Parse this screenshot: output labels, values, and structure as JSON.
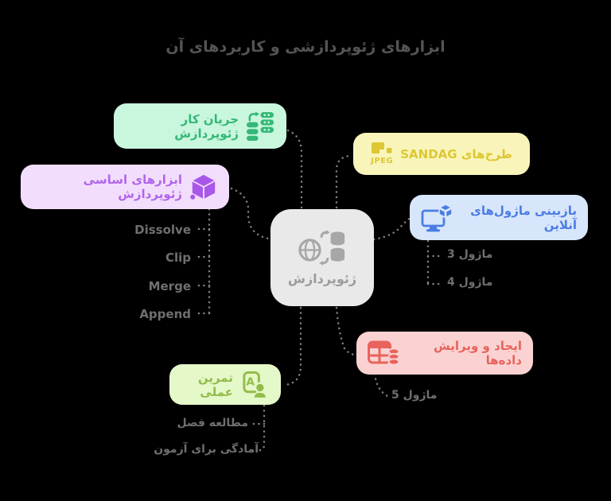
{
  "title": "ابزارهای ژئوپردازشی و کاربردهای آن",
  "central": {
    "label": "ژئوپردازش"
  },
  "branches": {
    "workflow": {
      "label": "جریان کار ژئوپردازش",
      "accent": "#35b877",
      "bg": "#c9f7dd"
    },
    "tools": {
      "label": "ابزارهای اساسی ژئوپردازش",
      "accent": "#b264ec",
      "bg": "#f2defc",
      "children": [
        "Dissolve",
        "Clip",
        "Merge",
        "Append"
      ]
    },
    "sandag": {
      "label": "طرح‌های SANDAG",
      "icon_label": "JPEG",
      "accent": "#ddc733",
      "bg": "#f9f5ba"
    },
    "modules": {
      "label": "بازبینی ماژول‌های آنلاین",
      "accent": "#4a7de2",
      "bg": "#d8e6fc",
      "children": [
        "ماژول 3",
        "ماژول 4"
      ]
    },
    "data": {
      "label": "ایجاد و ویرایش داده‌ها",
      "accent": "#e8635c",
      "bg": "#fbd2d2",
      "children": [
        "ماژول 5"
      ]
    },
    "practice": {
      "label": "تمرین عملی",
      "accent": "#92bc49",
      "bg": "#e5f8c9",
      "children": [
        "مطالعه فصل",
        "آمادگی برای آزمون"
      ]
    }
  },
  "connector_color": "#7e7e7e",
  "background_color": "#000000"
}
